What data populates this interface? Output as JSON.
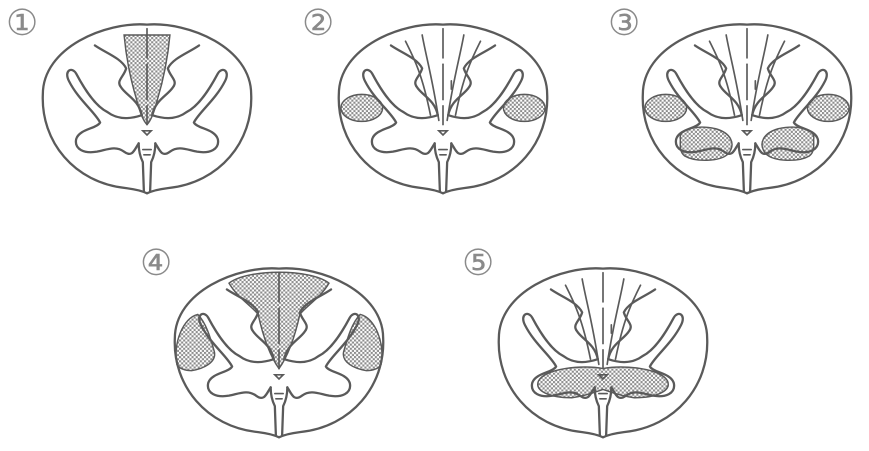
{
  "panels": [
    {
      "label": "①",
      "lesion": "dorsal-columns"
    },
    {
      "label": "②",
      "lesion": "lateral-corticospinal-tracts"
    },
    {
      "label": "③",
      "lesion": "lateral-corticospinal-tracts-and-ventral-horns"
    },
    {
      "label": "④",
      "lesion": "dorsal-columns-and-lateral-columns"
    },
    {
      "label": "⑤",
      "lesion": "ventral-gray-commissure"
    }
  ],
  "colors": {
    "outline": "#5a5a5a",
    "lesion": "#9a9a9a",
    "label": "#8a8a8a"
  }
}
